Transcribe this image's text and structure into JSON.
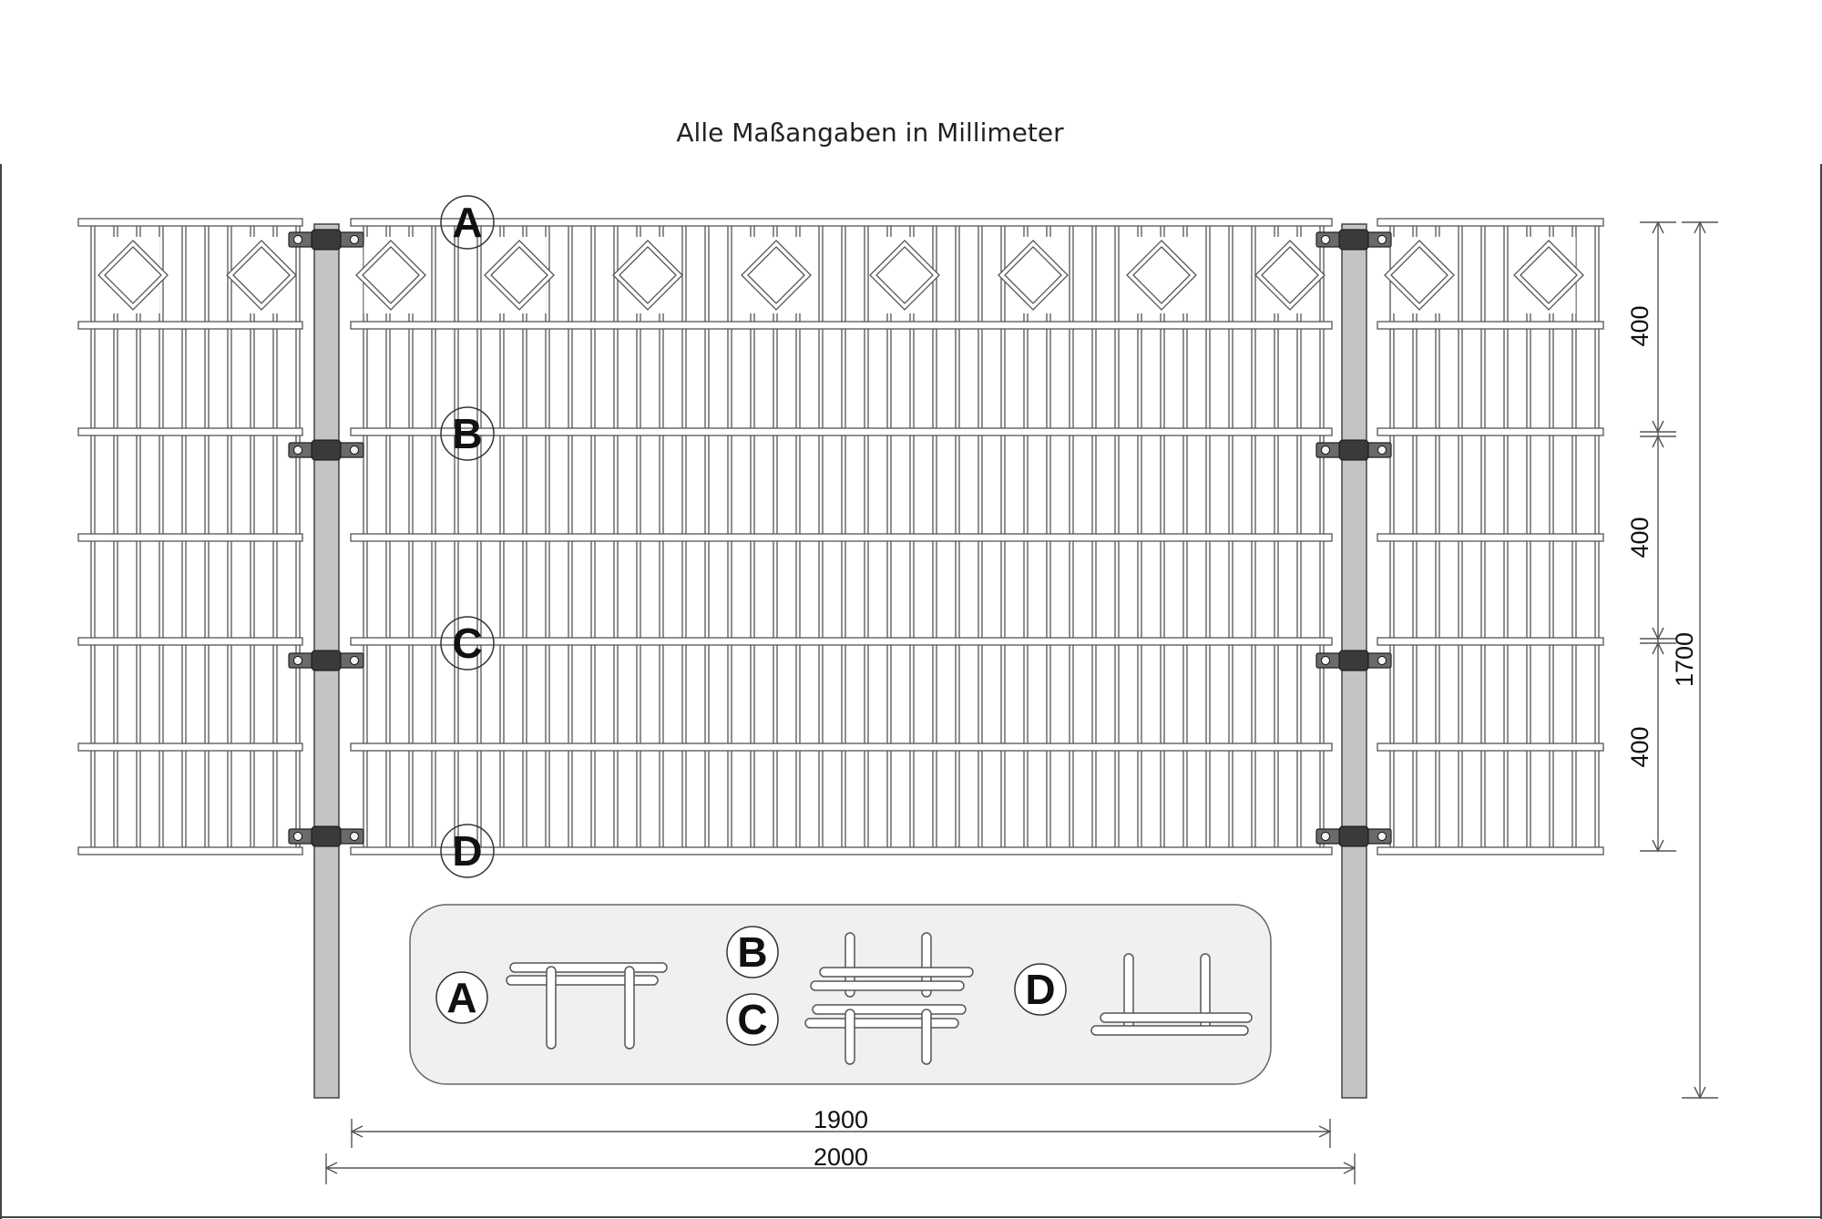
{
  "title": "Alle Maßangaben in Millimeter",
  "dimensions": {
    "segment_1": "400",
    "segment_2": "400",
    "segment_3": "400",
    "total_height": "1700",
    "panel_width": "1900",
    "total_width": "2000"
  },
  "rail_labels": [
    "A",
    "B",
    "C",
    "D"
  ],
  "detail_labels": {
    "a": "A",
    "b": "B",
    "c": "C",
    "d": "D"
  },
  "colors": {
    "post": "#c4c4c4",
    "line": "#555555",
    "clamp": "#3a3a3a",
    "inset_bg": "#f0f0f0"
  }
}
